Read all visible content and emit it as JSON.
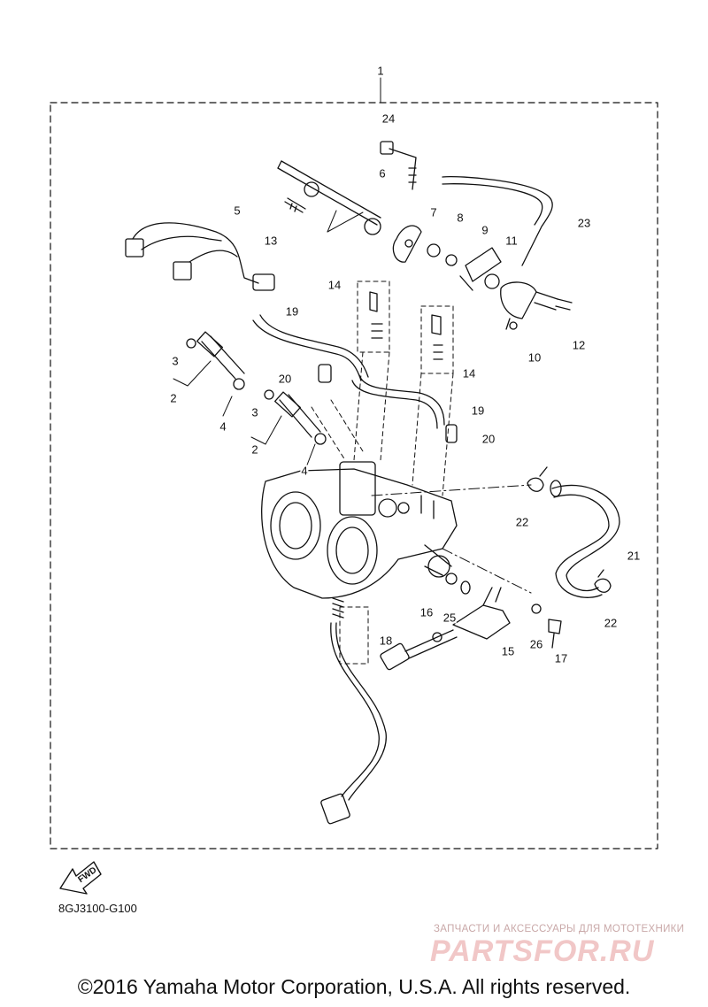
{
  "diagram": {
    "callouts": {
      "c1": "1",
      "c2a": "2",
      "c2b": "2",
      "c3a": "3",
      "c3b": "3",
      "c4a": "4",
      "c4b": "4",
      "c5": "5",
      "c6": "6",
      "c7": "7",
      "c8": "8",
      "c9": "9",
      "c10": "10",
      "c11": "11",
      "c12": "12",
      "c13": "13",
      "c14a": "14",
      "c14b": "14",
      "c15": "15",
      "c16": "16",
      "c17": "17",
      "c18": "18",
      "c19a": "19",
      "c19b": "19",
      "c20a": "20",
      "c20b": "20",
      "c21": "21",
      "c22a": "22",
      "c22b": "22",
      "c23": "23",
      "c24": "24",
      "c25": "25",
      "c26": "26"
    },
    "fwd_label": "FWD",
    "drawing_code": "8GJ3100-G100"
  },
  "watermark": {
    "tagline": "ЗАПЧАСТИ И АКСЕССУАРЫ ДЛЯ МОТОТЕХНИКИ",
    "brand": "PARTSFOR.RU"
  },
  "footer": {
    "copyright": "©2016 Yamaha Motor Corporation, U.S.A. All rights reserved."
  }
}
